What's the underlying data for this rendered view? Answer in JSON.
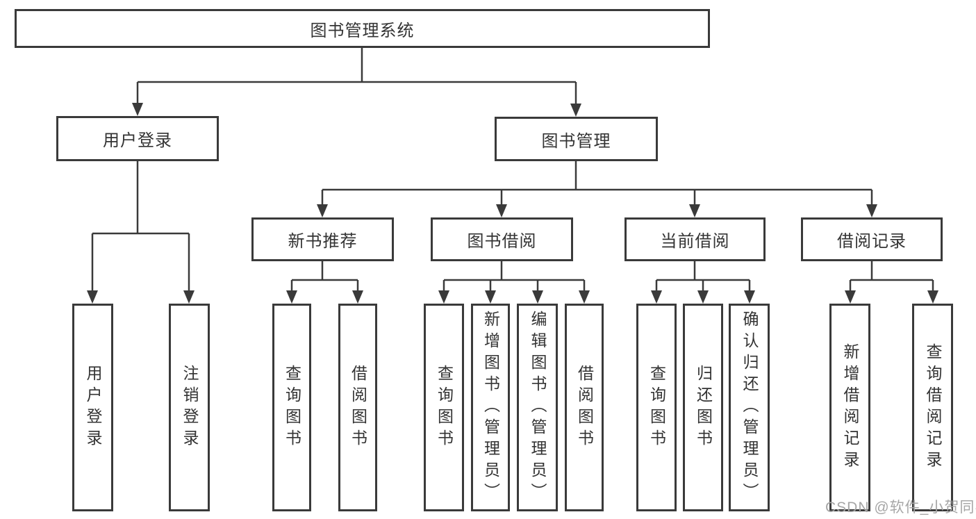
{
  "diagram": {
    "root": "图书管理系统",
    "login": {
      "label": "用户登录",
      "children": [
        "用户登录",
        "注销登录"
      ]
    },
    "management": {
      "label": "图书管理",
      "groups": [
        {
          "label": "新书推荐",
          "children": [
            "查询图书",
            "借阅图书"
          ]
        },
        {
          "label": "图书借阅",
          "children": [
            "查询图书",
            "新增图书（管理员）",
            "编辑图书（管理员）",
            "借阅图书"
          ]
        },
        {
          "label": "当前借阅",
          "children": [
            "查询图书",
            "归还图书",
            "确认归还（管理员）"
          ]
        },
        {
          "label": "借阅记录",
          "children": [
            "新增借阅记录",
            "查询借阅记录"
          ]
        }
      ]
    }
  },
  "watermark": "CSDN @软件_小贺同学",
  "colors": {
    "line": "#3a3a3a",
    "text": "#333333",
    "background": "#ffffff",
    "watermark": "#a6a6a6"
  }
}
